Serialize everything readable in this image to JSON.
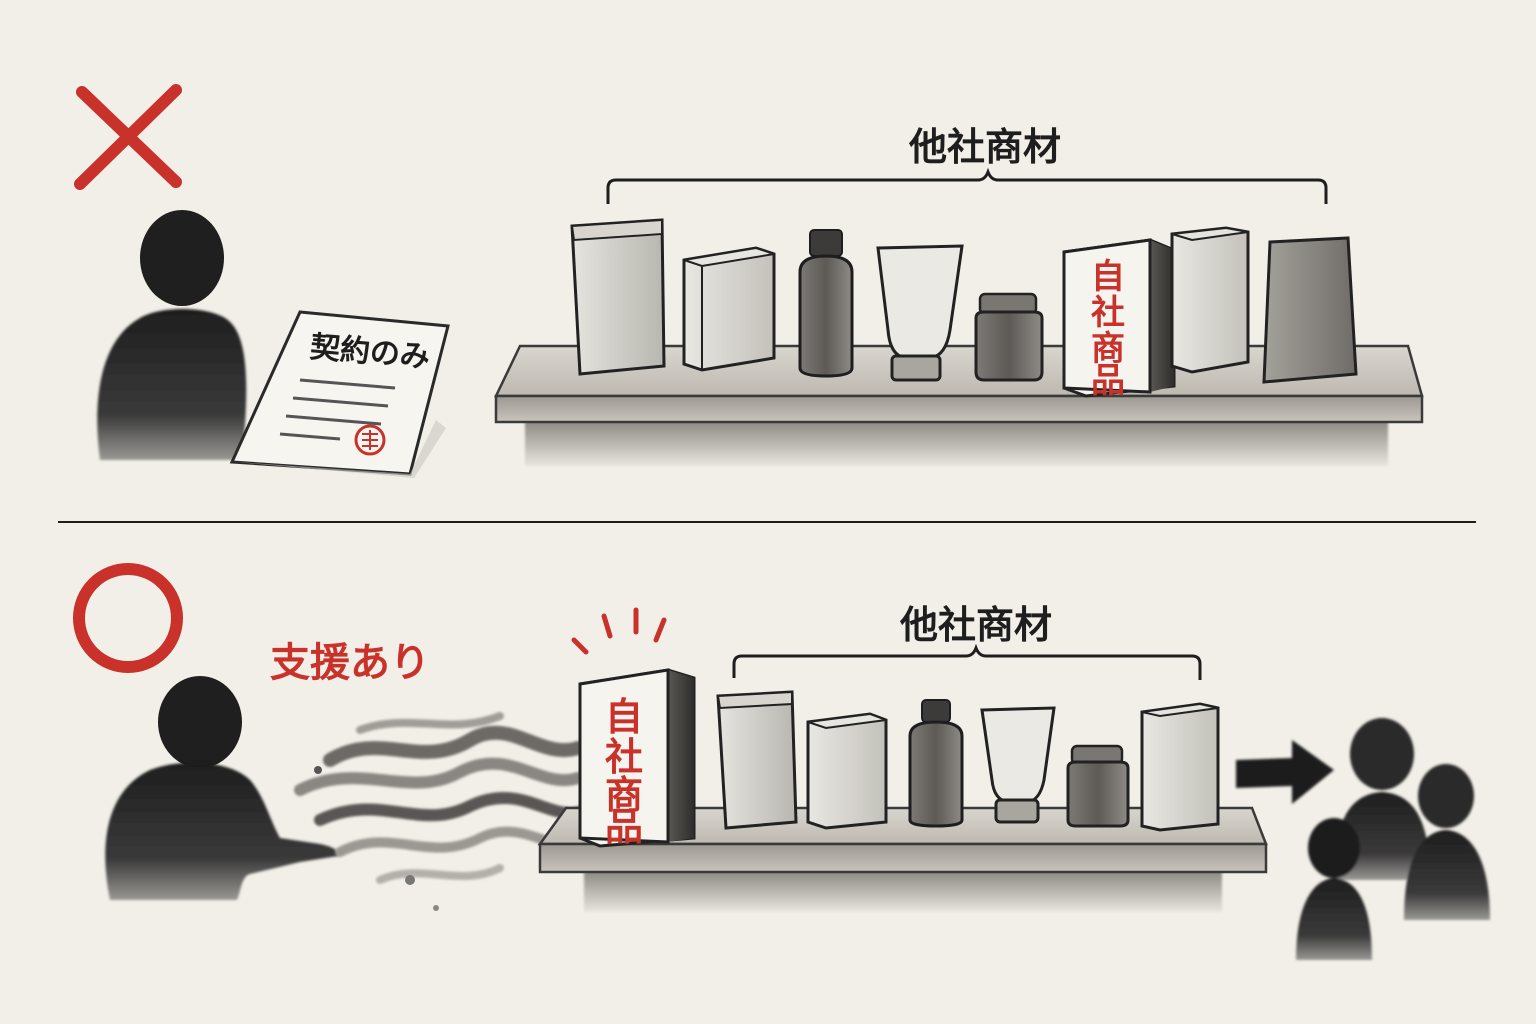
{
  "colors": {
    "paper": "#f2efe8",
    "ink": "#1e1e1e",
    "accent_red": "#c9322b"
  },
  "top_panel": {
    "mark_icon": "cross-mark-icon",
    "bracket_label": "他社商材",
    "contract_label": "契約のみ",
    "own_product_label": "自社商品",
    "seal_icon": "stamp-seal-icon"
  },
  "bottom_panel": {
    "mark_icon": "circle-mark-icon",
    "support_label": "支援あり",
    "bracket_label": "他社商材",
    "own_product_label": "自社商品",
    "arrow_icon": "right-arrow-icon"
  }
}
